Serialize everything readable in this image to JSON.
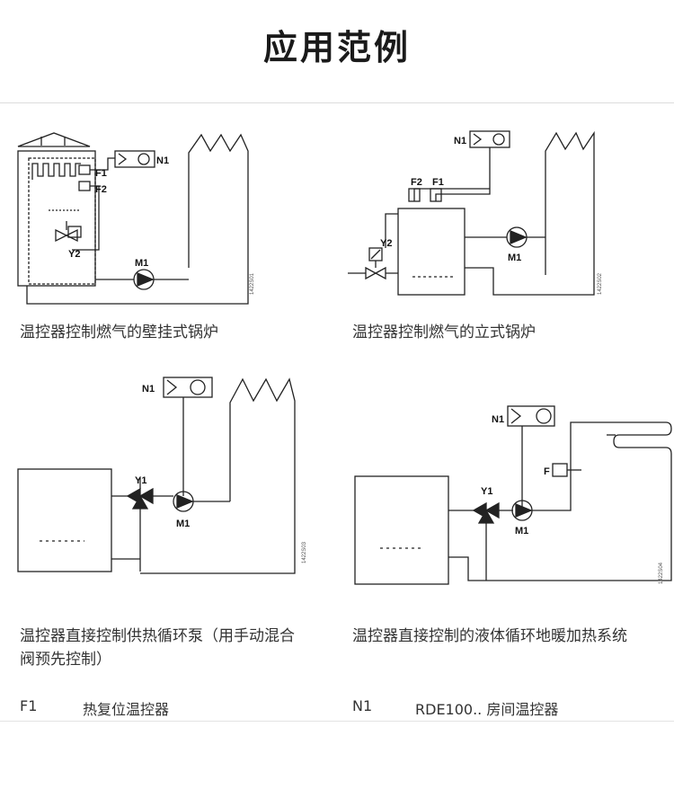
{
  "page_title": "应用范例",
  "diagrams": [
    {
      "caption": "温控器控制燃气的壁挂式锅炉",
      "labels": {
        "n1": "N1",
        "f1": "F1",
        "f2": "F2",
        "y2": "Y2",
        "m1": "M1"
      },
      "code": "1422S01"
    },
    {
      "caption": "温控器控制燃气的立式锅炉",
      "labels": {
        "n1": "N1",
        "f1": "F1",
        "f2": "F2",
        "y2": "Y2",
        "m1": "M1"
      },
      "code": "1422S02"
    },
    {
      "caption": "温控器直接控制供热循环泵（用手动混合阀预先控制）",
      "caption_line1": "温控器直接控制供热循环泵（用手动混合",
      "caption_line2": "阀预先控制）",
      "labels": {
        "n1": "N1",
        "y1": "Y1",
        "m1": "M1"
      },
      "code": "1422S03"
    },
    {
      "caption": "温控器直接控制的液体循环地暖加热系统",
      "labels": {
        "n1": "N1",
        "y1": "Y1",
        "m1": "M1",
        "f": "F"
      },
      "code": "1422S04"
    }
  ],
  "legend": [
    {
      "code": "F1",
      "desc": "热复位温控器"
    },
    {
      "code": "N1",
      "desc": "RDE100.. 房间温控器"
    }
  ]
}
